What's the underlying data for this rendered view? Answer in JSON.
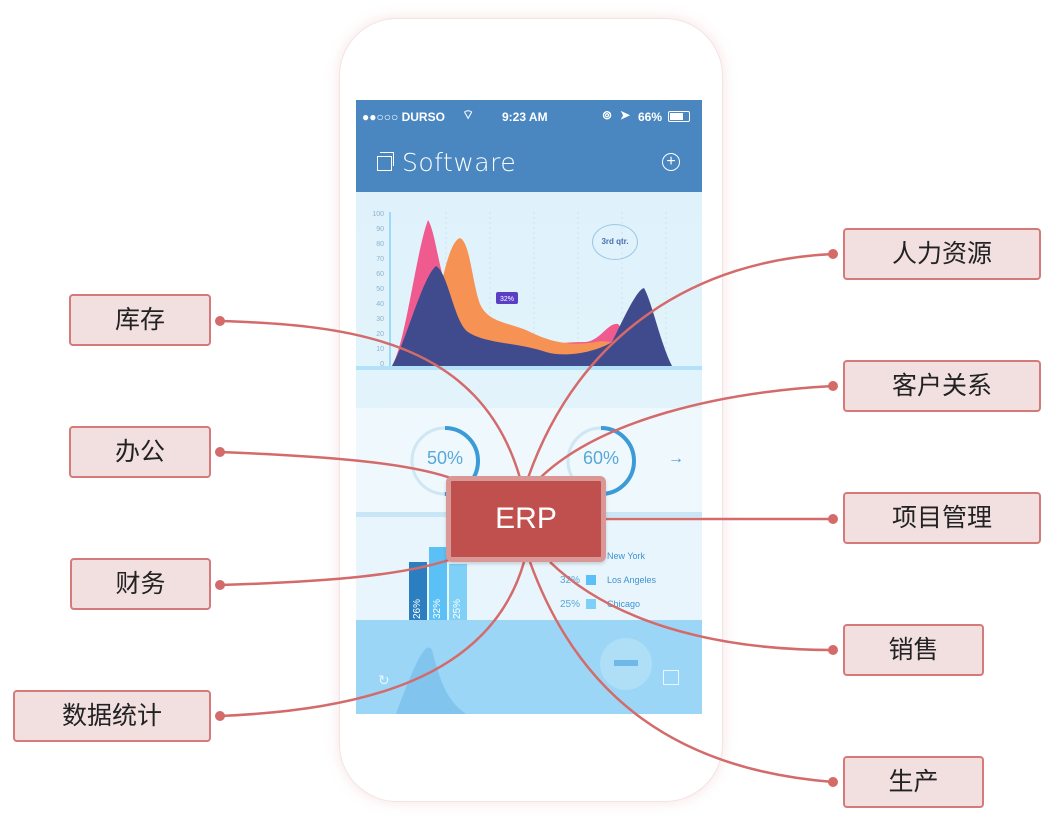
{
  "phone": {
    "status": {
      "carrier": "●●○○○ DURSO",
      "time": "9:23 AM",
      "battery": "66%"
    },
    "app_title": "Software",
    "chart": {
      "y_ticks": [
        "100",
        "90",
        "80",
        "70",
        "60",
        "50",
        "40",
        "30",
        "20",
        "10",
        "0"
      ],
      "badge": "3rd qtr.",
      "tooltip": "32%"
    },
    "gauges": [
      {
        "pct": "50%",
        "value": 0.5
      },
      {
        "pct": "60%",
        "value": 0.6
      }
    ],
    "bars": [
      {
        "label": "26%",
        "value": 26,
        "color": "#2b7fc0"
      },
      {
        "label": "32%",
        "value": 32,
        "color": "#5bc0f5"
      },
      {
        "label": "25%",
        "value": 25,
        "color": "#7fd0f7"
      }
    ],
    "bar_legend": [
      {
        "val": "",
        "city": "New York",
        "color": "#2b7fc0"
      },
      {
        "val": "32%",
        "city": "Los Angeles",
        "color": "#5bc0f5"
      },
      {
        "val": "25%",
        "city": "Chicago",
        "color": "#7fd0f7"
      }
    ]
  },
  "center": {
    "label": "ERP"
  },
  "nodes": {
    "kucun": "库存",
    "bangong": "办公",
    "caiwu": "财务",
    "shuju": "数据统计",
    "renli": "人力资源",
    "kehu": "客户关系",
    "xiangmu": "项目管理",
    "xiaoshou": "销售",
    "shengchan": "生产"
  },
  "colors": {
    "connector": "#d46a6a",
    "node_fill": "#f2e0e0",
    "center_fill": "#c0504d"
  }
}
